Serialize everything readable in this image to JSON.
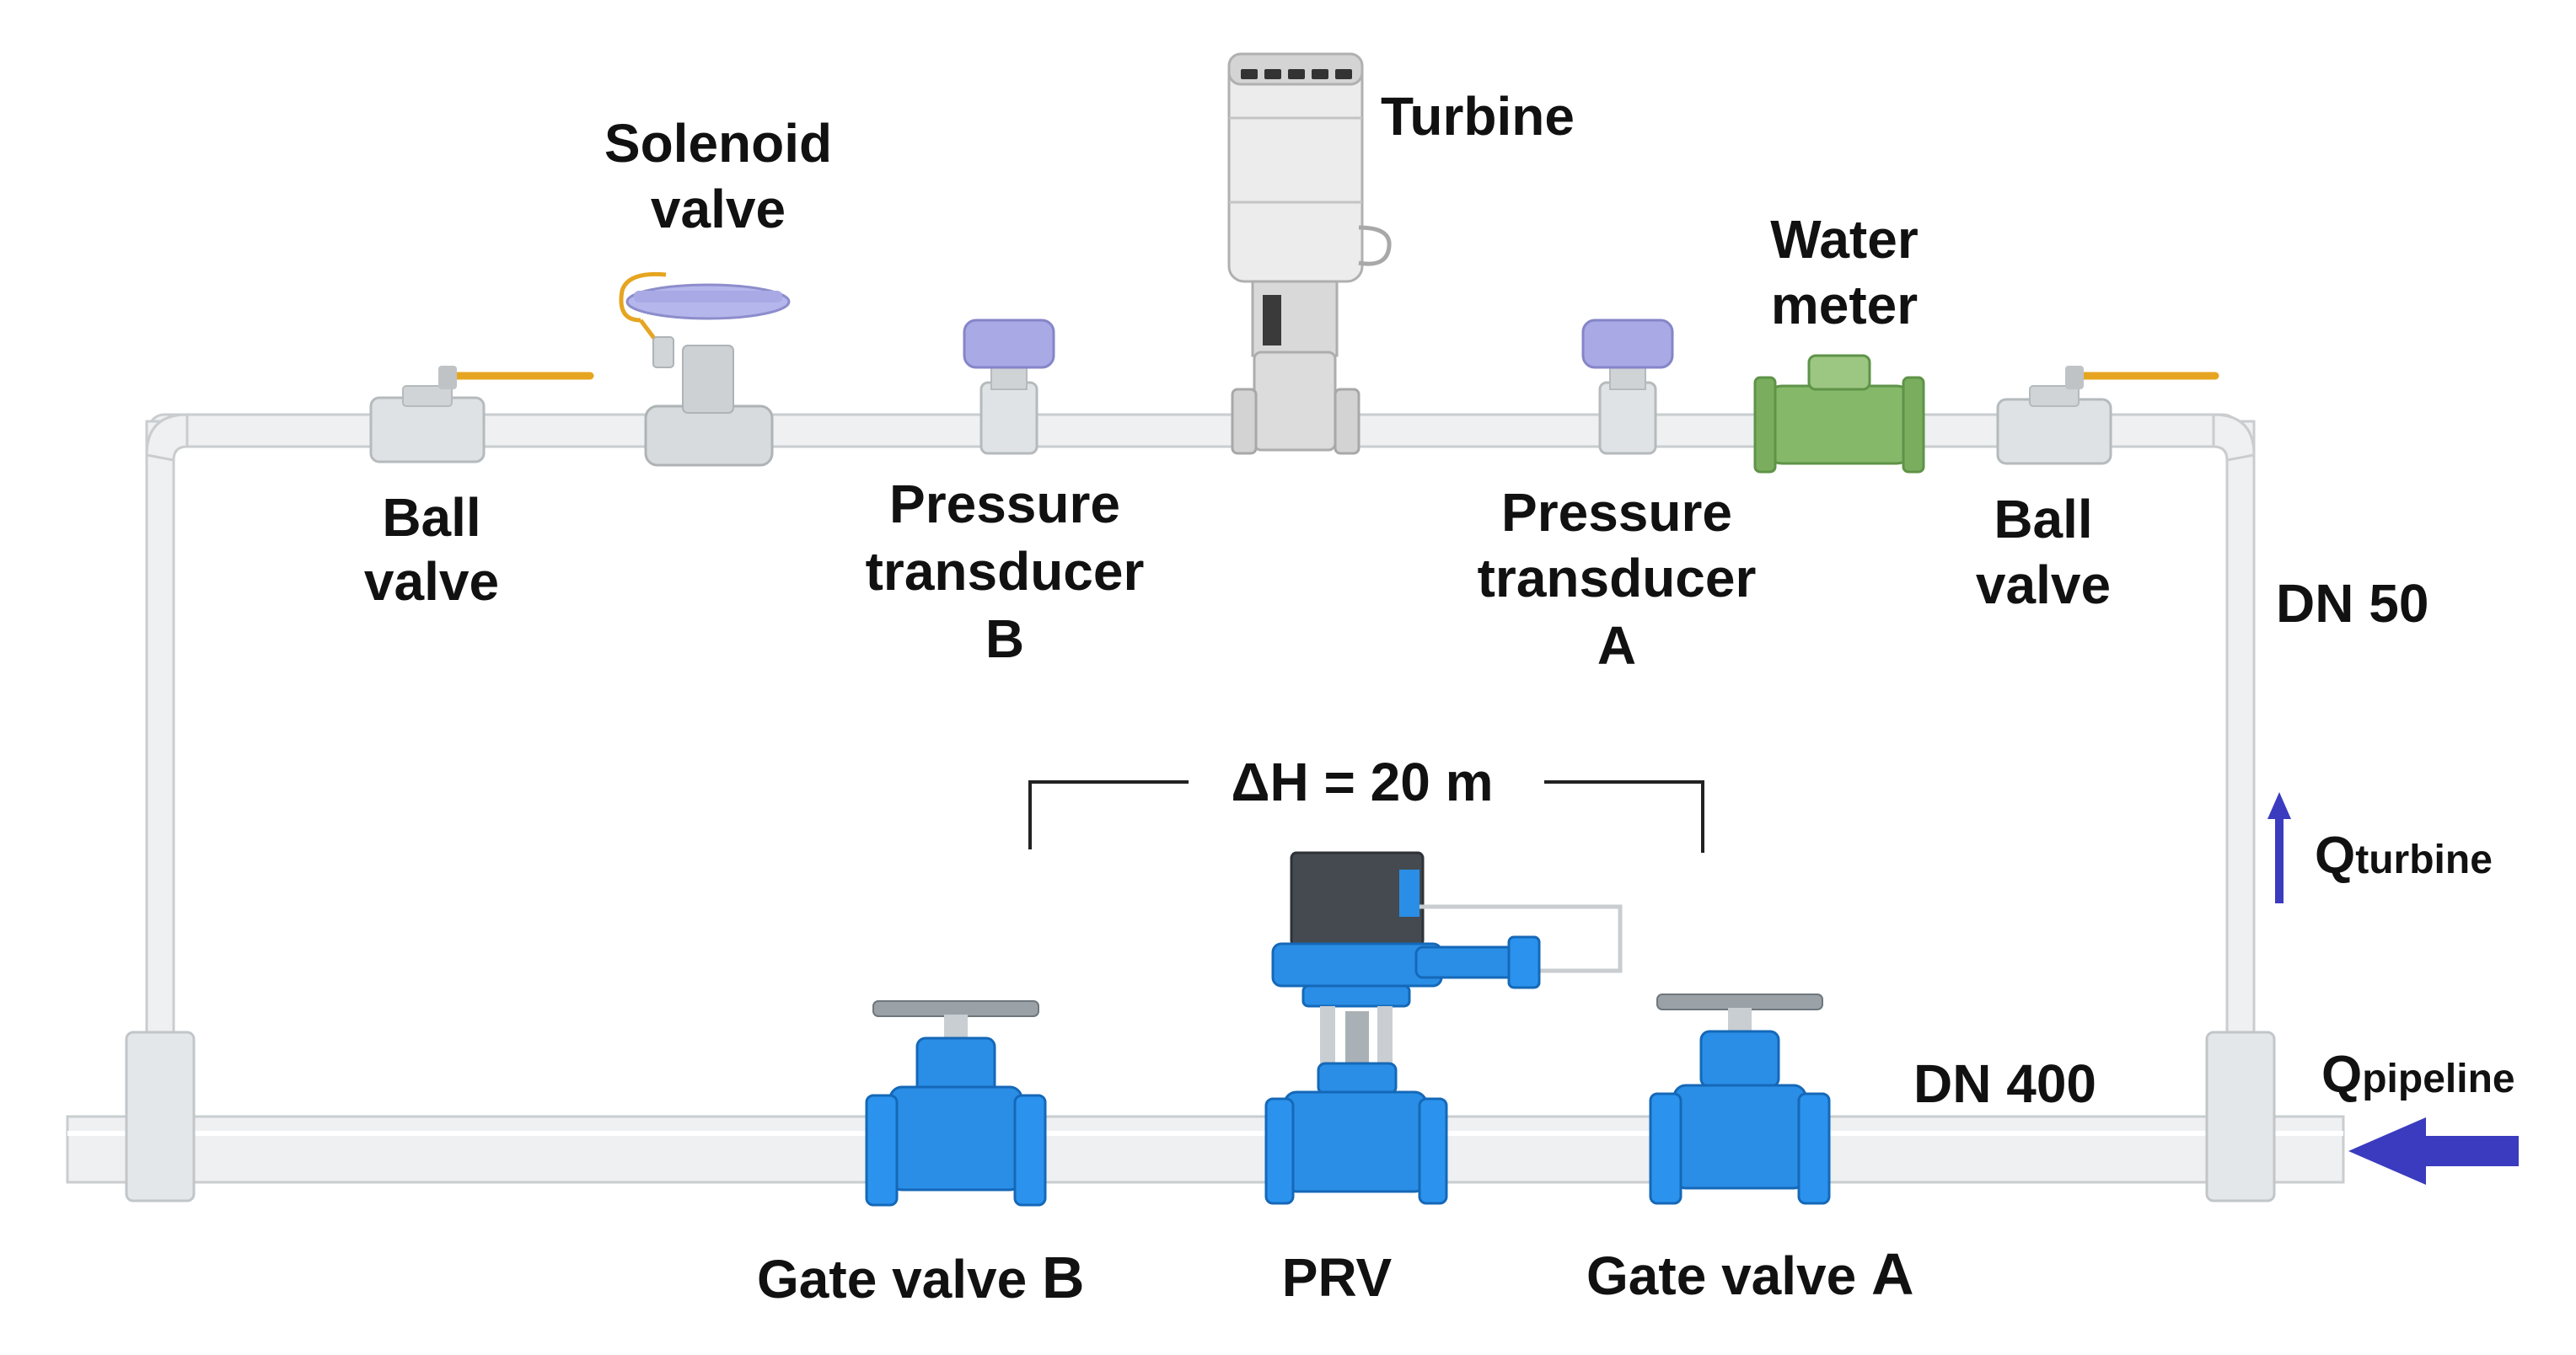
{
  "colors": {
    "pipe_fill": "#eef0f1",
    "pipe_edge": "#c9cdd0",
    "valve_blue": "#2a8ee6",
    "valve_blue_dark": "#1568b8",
    "transducer_purple": "#a9a9e6",
    "meter_green": "#86b86a",
    "handle_orange": "#e6a520",
    "flow_arrow": "#3b3bbf",
    "actuator_dark": "#444a50"
  },
  "labels": {
    "solenoid": [
      "Solenoid",
      "valve"
    ],
    "turbine": "Turbine",
    "water_meter": [
      "Water",
      "meter"
    ],
    "ball_valve_left": [
      "Ball",
      "valve"
    ],
    "pressure_b": [
      "Pressure",
      "transducer",
      "B"
    ],
    "pressure_a": [
      "Pressure",
      "transducer",
      "A"
    ],
    "ball_valve_right": [
      "Ball",
      "valve"
    ],
    "dn50": "DN 50",
    "dn400": "DN 400",
    "delta_h": "ΔH = 20 m",
    "q_turbine": {
      "q": "Q",
      "sub": "turbine"
    },
    "q_pipeline": {
      "q": "Q",
      "sub": "pipeline"
    },
    "gate_b": {
      "text": "Gate valve ",
      "letter": "B"
    },
    "prv": "PRV",
    "gate_a": {
      "text": "Gate valve ",
      "letter": "A"
    }
  }
}
